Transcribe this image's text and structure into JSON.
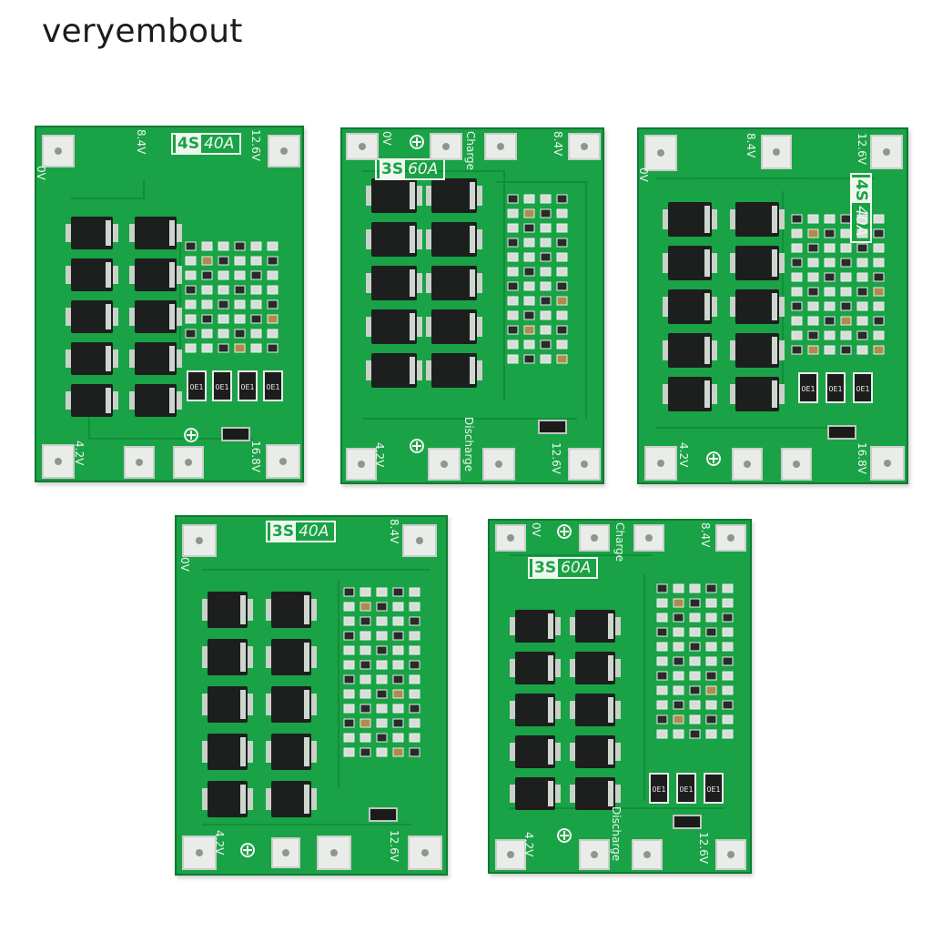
{
  "brand": "veryembout",
  "boards": [
    {
      "label_bold": "4S",
      "label_italic": "40A",
      "top_left": "0V",
      "top_mid": "8.4V",
      "top_right": "12.6V",
      "bottom_left": "4.2V",
      "bottom_right": "16.8V"
    },
    {
      "label_bold": "3S",
      "label_italic": "60A",
      "top_left": "0V",
      "top_mid": "Charge",
      "top_right": "8.4V",
      "bottom_left": "4.2V",
      "bottom_mid": "Discharge",
      "bottom_right": "12.6V"
    },
    {
      "label_bold": "4S",
      "label_italic": "40A",
      "top_left": "0V",
      "top_mid": "8.4V",
      "top_right": "12.6V",
      "bottom_left": "4.2V",
      "bottom_right": "16.8V"
    },
    {
      "label_bold": "3S",
      "label_italic": "40A",
      "top_left": "0V",
      "top_right": "8.4V",
      "bottom_left": "4.2V",
      "bottom_right": "12.6V"
    },
    {
      "label_bold": "3S",
      "label_italic": "60A",
      "top_left": "0V",
      "top_mid": "Charge",
      "top_right": "8.4V",
      "bottom_left": "4.2V",
      "bottom_mid": "Discharge",
      "bottom_right": "12.6V"
    }
  ],
  "resistor_marking": "0E1"
}
